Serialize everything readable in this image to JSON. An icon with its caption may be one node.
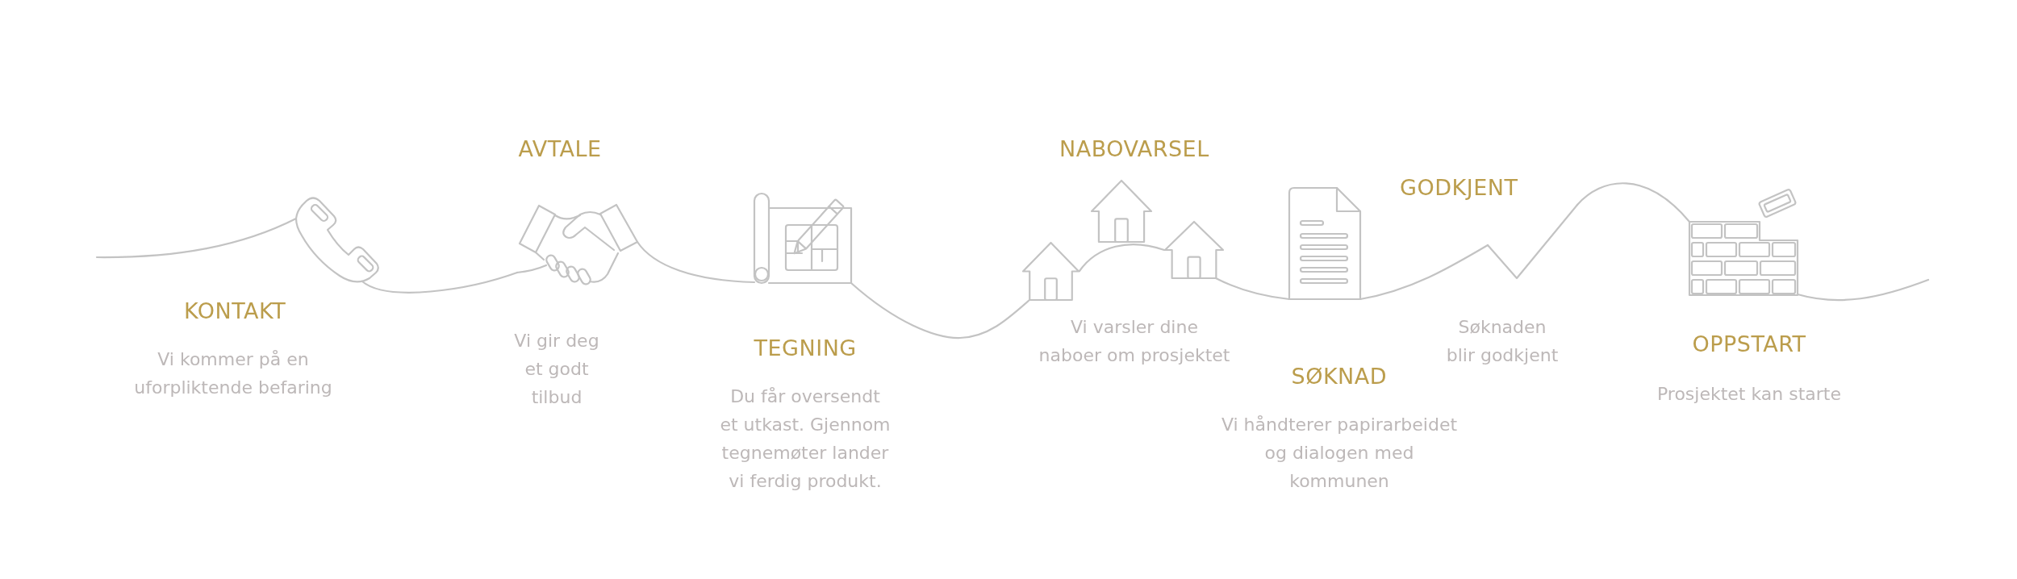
{
  "diagram": {
    "nodes": [
      {
        "text": [],
        "shape": "picture",
        "beside": [
          "KONTAKT",
          "Vi kommer på en uforpliktende befaring"
        ]
      },
      {
        "text": [],
        "shape": "picture",
        "beside": [
          "AVTALE",
          "Vi gir deg et godt tilbud"
        ]
      },
      {
        "text": [],
        "shape": "picture",
        "beside": [
          "TEGNING",
          "Du får oversendt et utkast. Gjennom tegnemøter lander vi ferdig produkt."
        ]
      },
      {
        "text": [],
        "shape": "picture",
        "beside": [
          "Vi varsler dine naboer om prosjektet"
        ]
      },
      {
        "text": [],
        "shape": "picture",
        "beside": [
          "NABOVARSEL"
        ]
      },
      {
        "text": [],
        "shape": "picture"
      },
      {
        "text": [],
        "shape": "picture",
        "beside": [
          "SØKNAD",
          "Vi håndterer papirarbeidet og dialogen med kommunen"
        ]
      },
      {
        "text": [],
        "shape": "picture",
        "beside": [
          "GODKJENT",
          "Søknaden blir godkjent"
        ]
      },
      {
        "text": [],
        "shape": "picture",
        "beside": [
          "OPPSTART",
          "Prosjektet kan starte"
        ]
      }
    ],
    "edges": [
      {
        "from": null,
        "to": 0,
        "arrow": "none"
      },
      {
        "from": 0,
        "to": 1,
        "arrow": "none"
      },
      {
        "from": 1,
        "to": 2,
        "arrow": "none"
      },
      {
        "from": 2,
        "to": 3,
        "arrow": "none"
      },
      {
        "from": 3,
        "to": 5,
        "arrow": "none"
      },
      {
        "from": 5,
        "to": 6,
        "arrow": "none"
      },
      {
        "from": 6,
        "to": 7,
        "arrow": "none"
      },
      {
        "from": 7,
        "to": 8,
        "arrow": "none"
      },
      {
        "from": 8,
        "to": null,
        "arrow": "none"
      }
    ]
  }
}
